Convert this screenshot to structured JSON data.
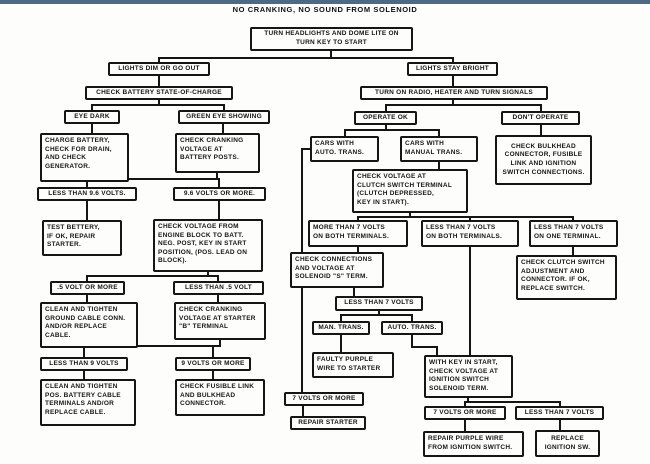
{
  "title": "NO CRANKING, NO SOUND FROM SOLENOID",
  "accent_color": "#4d6983",
  "nodes": {
    "start": "TURN HEADLIGHTS AND DOME LITE ON\nTURN KEY TO START",
    "lights_dim": "LIGHTS DIM OR GO OUT",
    "lights_bright": "LIGHTS STAY BRIGHT",
    "check_battery_soc": "CHECK BATTERY STATE-OF-CHARGE",
    "turn_radio": "TURN ON RADIO, HEATER AND TURN SIGNALS",
    "eye_dark": "EYE DARK",
    "green_eye": "GREEN EYE SHOWING",
    "operate_ok": "OPERATE OK",
    "dont_operate": "DON'T OPERATE",
    "charge_battery": "CHARGE BATTERY,\nCHECK FOR DRAIN,\nAND CHECK\nGENERATOR.",
    "check_cranking_battery": "CHECK CRANKING\nVOLTAGE AT\nBATTERY POSTS.",
    "cars_auto": "CARS WITH\nAUTO. TRANS.",
    "cars_manual": "CARS WITH\nMANUAL TRANS.",
    "check_bulkhead": "CHECK BULKHEAD\nCONNECTOR, FUSIBLE\nLINK AND IGNITION\nSWITCH CONNECTIONS.",
    "less_96": "LESS THAN 9.6 VOLTS.",
    "more_96": "9.6 VOLTS OR MORE.",
    "clutch_switch_voltage": "CHECK VOLTAGE AT\nCLUTCH SWITCH TERMINAL\n(CLUTCH DEPRESSED,\nKEY IN START).",
    "test_battery": "TEST BETTERY,\nIF OK, REPAIR\nSTARTER.",
    "engine_block_voltage": "CHECK VOLTAGE FROM\nENGINE BLOCK TO BATT.\nNEG. POST, KEY IN START\nPOSITION, (POS. LEAD ON\nBLOCK).",
    "more7_both": "MORE THAN 7 VOLTS\nON BOTH TERMINALS.",
    "less7_both": "LESS THAN 7 VOLTS\nON BOTH TERMINALS.",
    "less7_one": "LESS THAN 7 VOLTS\nON ONE TERMINAL.",
    "check_solenoid_s": "CHECK CONNECTIONS\nAND VOLTAGE AT\nSOLENOID \"S\" TERM.",
    "check_clutch_adjust": "CHECK CLUTCH SWITCH\nADJUSTMENT AND\nCONNECTOR. IF OK,\nREPLACE SWITCH.",
    "half_volt_more": ".5 VOLT OR MORE",
    "less_half_volt": "LESS THAN .5 VOLT",
    "clean_ground_cable": "CLEAN AND TIGHTEN\nGROUND CABLE CONN.\nAND/OR REPLACE\nCABLE.",
    "starter_b_voltage": "CHECK CRANKING\nVOLTAGE AT STARTER\n\"B\" TERMINAL",
    "less_9": "LESS THAN 9 VOLTS",
    "more_9": "9 VOLTS OR MORE",
    "clean_pos_cable": "CLEAN AND TIGHTEN\nPOS. BATTERY CABLE\nTERMINALS AND/OR\nREPLACE CABLE.",
    "check_fusible": "CHECK FUSIBLE LINK\nAND BULKHEAD\nCONNECTOR.",
    "less7_mid": "LESS THAN 7 VOLTS",
    "man_trans": "MAN. TRANS.",
    "auto_trans": "AUTO. TRANS.",
    "faulty_purple": "FAULTY PURPLE\nWIRE TO STARTER",
    "with_key_start": "WITH KEY IN START,\nCHECK VOLTAGE AT\nIGNITION SWITCH\nSOLENOID TERM.",
    "volts7_more_a": "7 VOLTS OR MORE",
    "repair_starter": "REPAIR STARTER",
    "volts7_more_b": "7 VOLTS OR MORE",
    "less7_bottom": "LESS THAN 7 VOLTS",
    "repair_purple": "REPAIR PURPLE WIRE\nFROM IGNITION SWITCH.",
    "replace_ignition": "REPLACE\nIGNITION SW."
  }
}
